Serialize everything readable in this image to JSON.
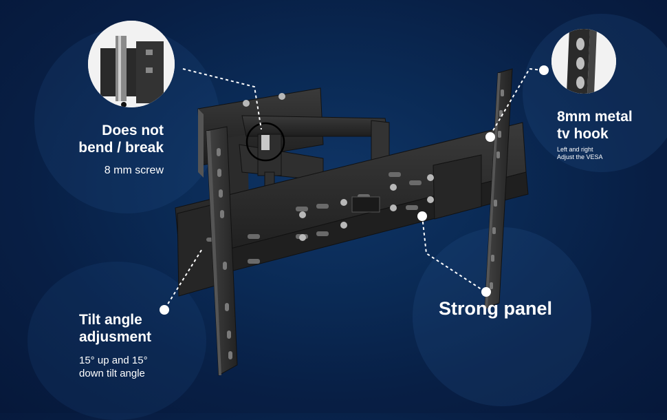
{
  "callouts": {
    "screw": {
      "title_line1": "Does not",
      "title_line2": "bend / break",
      "sub": "8 mm screw"
    },
    "hook": {
      "title_line1": "8mm metal",
      "title_line2": "tv hook",
      "sub_line1": "Left and right",
      "sub_line2": "Adjust the VESA"
    },
    "tilt": {
      "title_line1": "Tilt angle",
      "title_line2": "adjusment",
      "sub_line1": "15° up and 15°",
      "sub_line2": "down tilt angle"
    },
    "panel": {
      "title": "Strong panel"
    }
  },
  "colors": {
    "background": "#0a2a55",
    "metal": "#2a2a2a",
    "metal_highlight": "#3d3d3d",
    "accent_text": "#ffffff"
  },
  "icons": {
    "zoom_screw": "screw-closeup",
    "zoom_hook": "hook-closeup"
  }
}
